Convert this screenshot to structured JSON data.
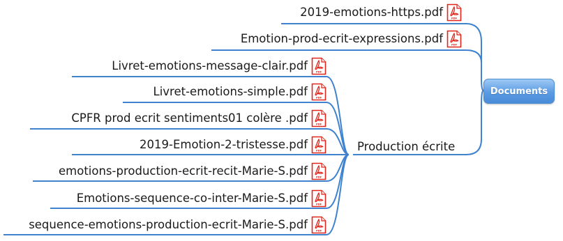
{
  "root": {
    "label": "Documents"
  },
  "direct_files": [
    {
      "name": "2019-emotions-https.pdf",
      "icon": "pdf-icon"
    },
    {
      "name": "Emotion-prod-ecrit-expressions.pdf",
      "icon": "pdf-icon"
    }
  ],
  "branch": {
    "label": "Production écrite",
    "files": [
      {
        "name": "Livret-emotions-message-clair.pdf",
        "icon": "pdf-icon"
      },
      {
        "name": "Livret-emotions-simple.pdf",
        "icon": "pdf-icon"
      },
      {
        "name": "CPFR prod ecrit sentiments01 colère .pdf",
        "icon": "pdf-icon"
      },
      {
        "name": "2019-Emotion-2-tristesse.pdf",
        "icon": "pdf-icon"
      },
      {
        "name": "emotions-production-ecrit-recit-Marie-S.pdf",
        "icon": "pdf-icon"
      },
      {
        "name": "Emotions-sequence-co-inter-Marie-S.pdf",
        "icon": "pdf-icon"
      },
      {
        "name": "sequence-emotions-production-ecrit-Marie-S.pdf",
        "icon": "pdf-icon"
      }
    ]
  },
  "colors": {
    "connector": "#3f82cf",
    "root_fill": "#5a9be4",
    "pdf_red": "#e0261b"
  }
}
